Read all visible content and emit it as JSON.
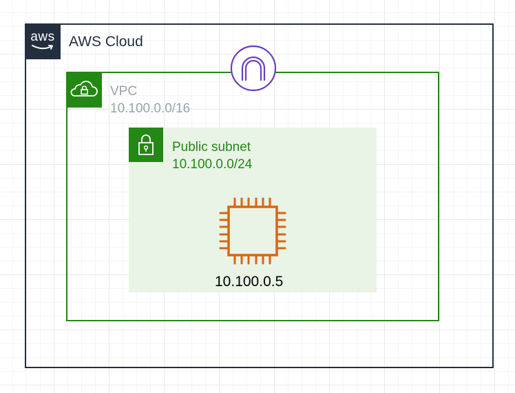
{
  "aws_cloud": {
    "logo_text": "aws",
    "label": "AWS Cloud",
    "border_color": "#232f3e"
  },
  "internet_gateway": {
    "icon": "internet-gateway-icon",
    "color": "#693cc5"
  },
  "vpc": {
    "icon": "vpc-cloud-lock-icon",
    "label": "VPC",
    "cidr": "10.100.0.0/16",
    "border_color": "#248814",
    "text_color": "#9aa2a8"
  },
  "public_subnet": {
    "icon": "padlock-icon",
    "label": "Public subnet",
    "cidr": "10.100.0.0/24",
    "fill_color": "#e9f3e6",
    "text_color": "#248814"
  },
  "ec2_instance": {
    "icon": "ec2-instance-chip-icon",
    "ip": "10.100.0.5",
    "color": "#d86613"
  }
}
